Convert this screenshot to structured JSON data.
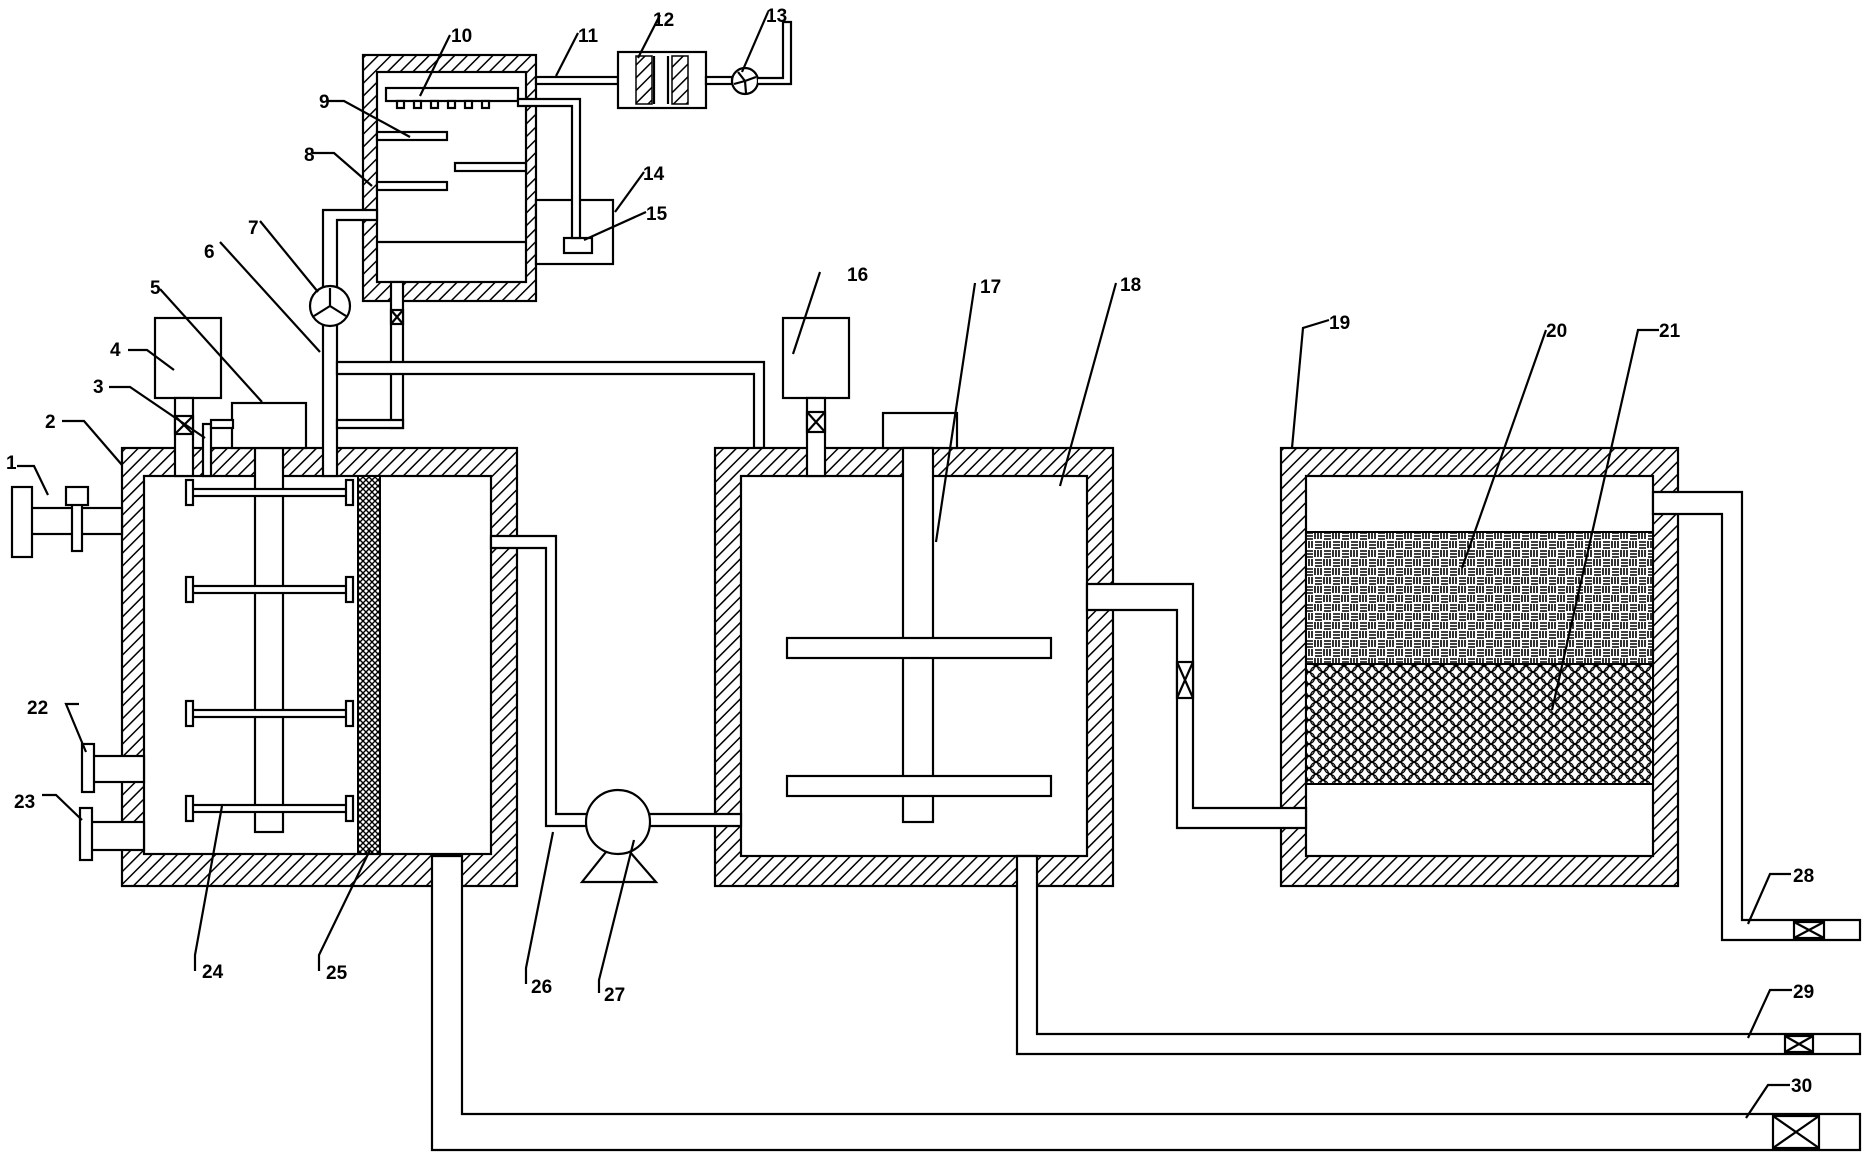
{
  "labels": {
    "l1": "1",
    "l2": "2",
    "l3": "3",
    "l4": "4",
    "l5": "5",
    "l6": "6",
    "l7": "7",
    "l8": "8",
    "l9": "9",
    "l10": "10",
    "l11": "11",
    "l12": "12",
    "l13": "13",
    "l14": "14",
    "l15": "15",
    "l16": "16",
    "l17": "17",
    "l18": "18",
    "l19": "19",
    "l20": "20",
    "l21": "21",
    "l22": "22",
    "l23": "23",
    "l24": "24",
    "l25": "25",
    "l26": "26",
    "l27": "27",
    "l28": "28",
    "l29": "29",
    "l30": "30"
  },
  "icons": {
    "pump": "centrifugal-pump-icon",
    "fan": "fan-icon",
    "valve": "bowtie-valve-icon"
  },
  "colors": {
    "line": "#000000",
    "background": "#ffffff"
  }
}
